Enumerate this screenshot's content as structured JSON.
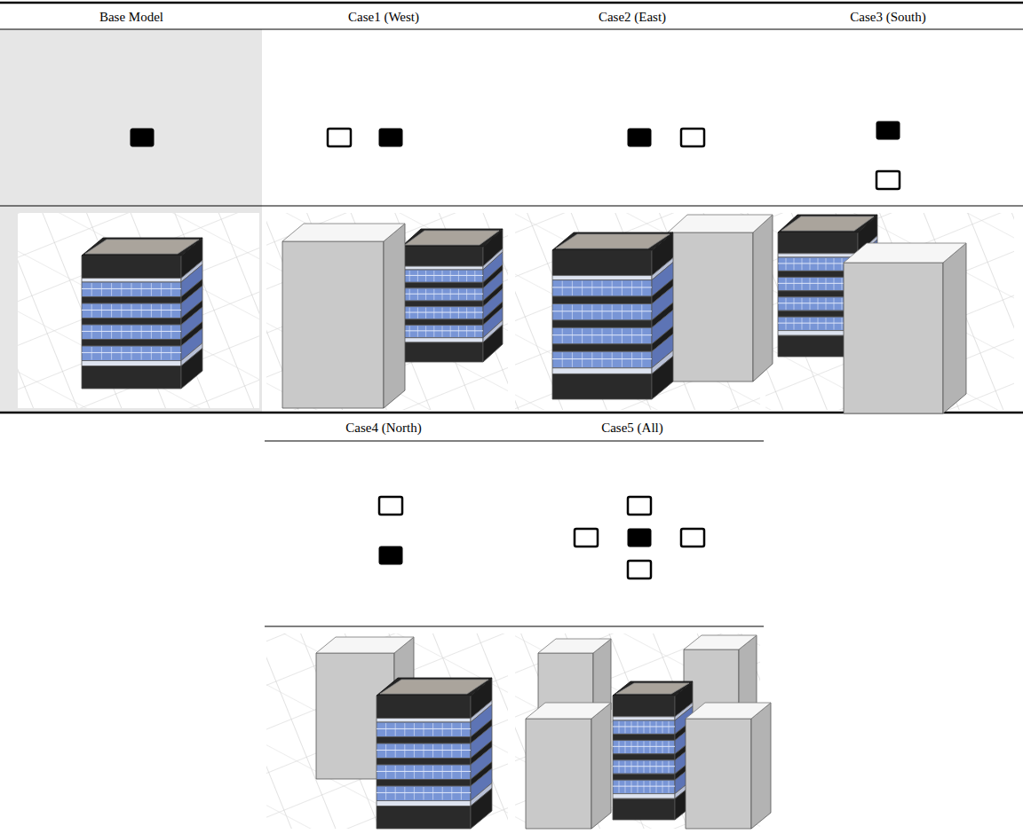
{
  "diagram": {
    "labels": [
      "Base Model",
      "Case1 (West)",
      "Case2 (East)",
      "Case3 (South)",
      "Case4 (North)",
      "Case5 (All)"
    ]
  }
}
